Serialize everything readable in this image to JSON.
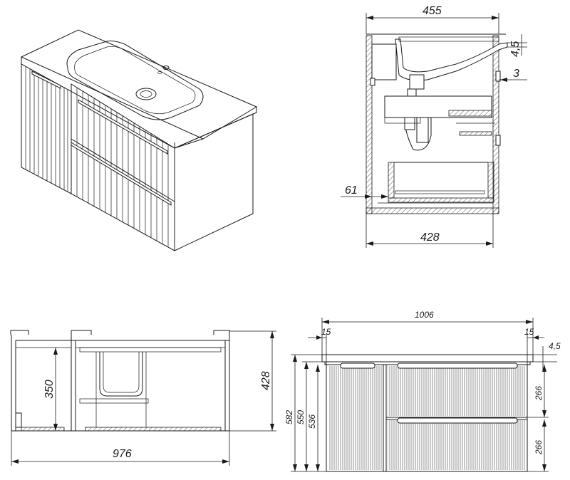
{
  "side_section": {
    "depth_top": "455",
    "depth_bottom": "428",
    "countertop_thickness": "4,5",
    "basin_offset": "3",
    "drawer_offset": "61"
  },
  "rear_view": {
    "inner_height": "350",
    "outer_height": "428",
    "width": "976"
  },
  "front_view": {
    "total_width": "1006",
    "left_overhang": "15",
    "right_overhang": "15",
    "top_thickness": "4,5",
    "total_height": "582",
    "body_height": "550",
    "front_height": "536",
    "drawer_top_height": "266",
    "drawer_bottom_height": "266"
  }
}
